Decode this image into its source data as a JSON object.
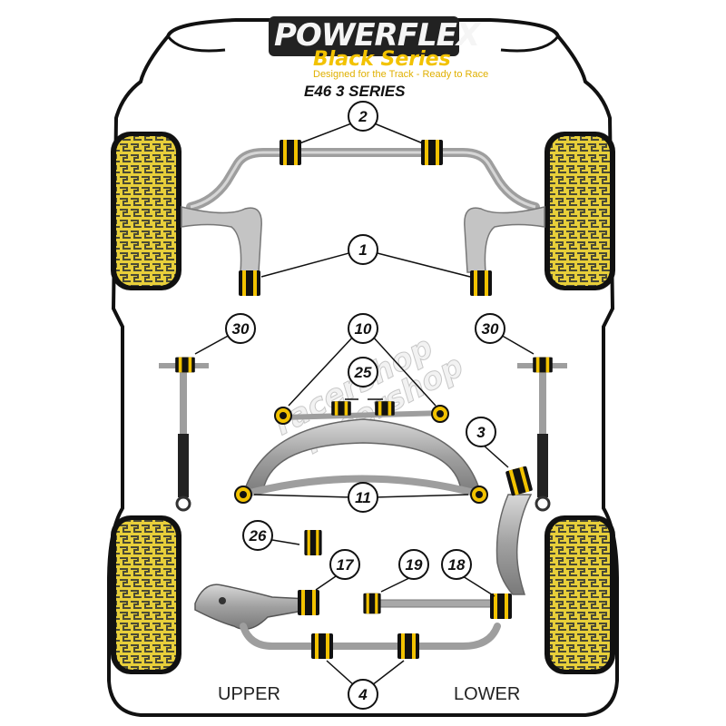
{
  "brand": {
    "name": "POWERFLEX",
    "series": "Black Series",
    "tagline": "Designed for the Track - Ready to Race",
    "colors": {
      "yellow": "#f2c200",
      "black": "#111111",
      "bar_grey": "#a8a8a8"
    }
  },
  "model": "E46 3 SERIES",
  "watermark": "racershop",
  "callouts": {
    "c1": "1",
    "c2": "2",
    "c3": "3",
    "c4": "4",
    "c10": "10",
    "c11": "11",
    "c17": "17",
    "c18": "18",
    "c19": "19",
    "c25": "25",
    "c26": "26",
    "c30l": "30",
    "c30r": "30"
  },
  "footer": {
    "upper": "UPPER",
    "lower": "LOWER"
  }
}
